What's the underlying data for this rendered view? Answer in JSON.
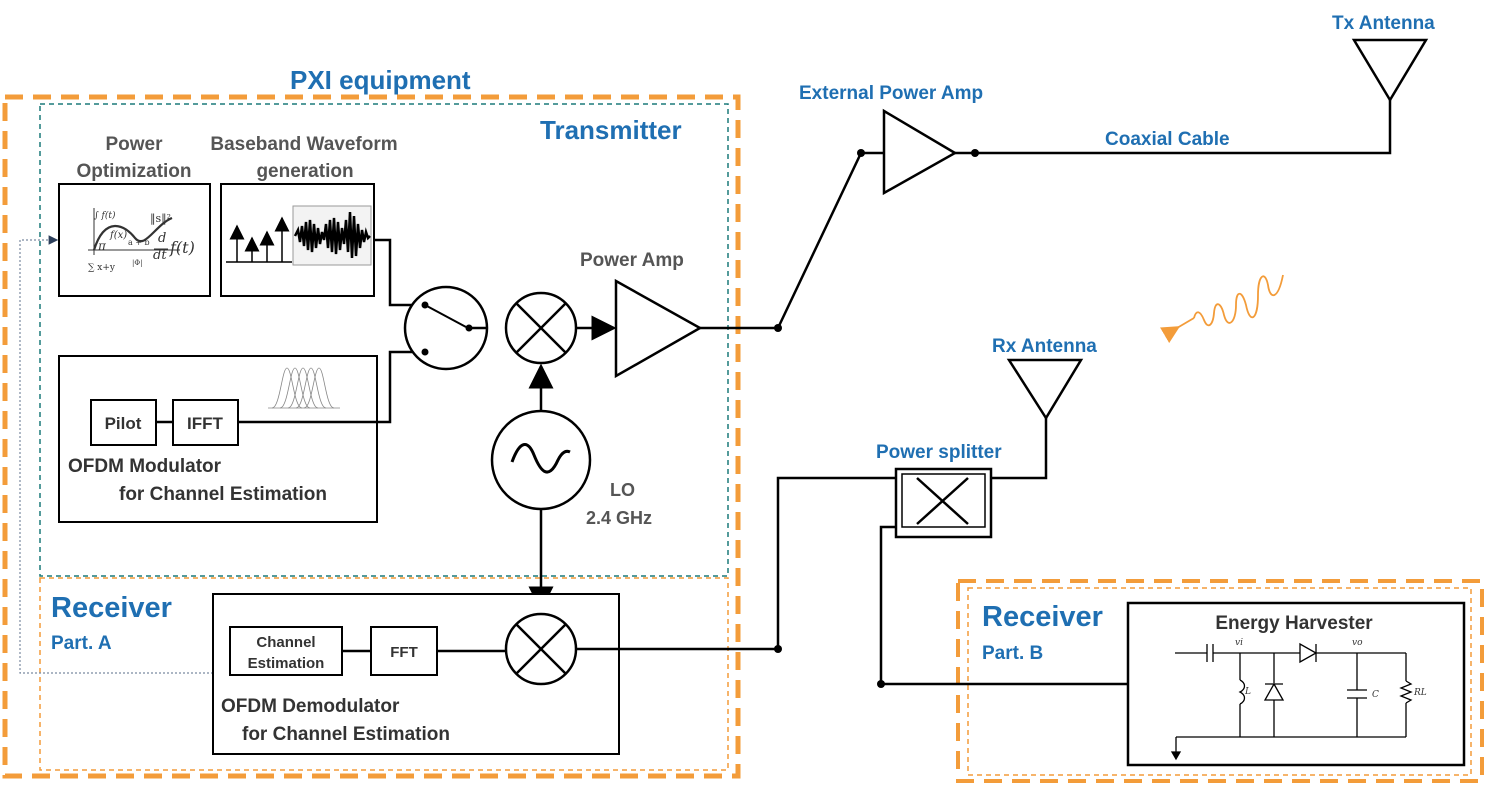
{
  "colors": {
    "accent_blue": "#1f6fb2",
    "orange": "#f39c3a",
    "teal": "#1b7a7a",
    "label_gray": "#555555"
  },
  "labels": {
    "pxi_equipment": "PXI equipment",
    "transmitter": "Transmitter",
    "receiver_a": "Receiver",
    "part_a": "Part. A",
    "receiver_b": "Receiver",
    "part_b": "Part. B",
    "power_optimization_1": "Power",
    "power_optimization_2": "Optimization",
    "baseband_1": "Baseband Waveform",
    "baseband_2": "generation",
    "power_amp": "Power Amp",
    "external_power_amp": "External Power Amp",
    "tx_antenna": "Tx Antenna",
    "coaxial_cable": "Coaxial Cable",
    "rx_antenna": "Rx Antenna",
    "power_splitter": "Power splitter",
    "pilot": "Pilot",
    "ifft": "IFFT",
    "ofdm_mod_1": "OFDM Modulator",
    "ofdm_mod_2": "for Channel Estimation",
    "lo_1": "LO",
    "lo_2": "2.4 GHz",
    "channel_est_1": "Channel",
    "channel_est_2": "Estimation",
    "fft": "FFT",
    "ofdm_demod_1": "OFDM Demodulator",
    "ofdm_demod_2": "for Channel Estimation",
    "energy_harvester": "Energy Harvester"
  },
  "formula": {
    "integral": "∫ f(t)",
    "fx": "f(x)",
    "norm": "‖s‖²",
    "pi": "π",
    "a_plus_b": "a + b",
    "d": "d",
    "dt": "dt",
    "ft": "f(t)",
    "phi": "|Φ|",
    "sum": "∑ x+y"
  },
  "circuit": {
    "vi": "vi",
    "vo": "vo",
    "L": "L",
    "C": "C",
    "RL": "RL"
  },
  "icons": [
    "sine-wave-icon",
    "mixer-icon",
    "amplifier-icon",
    "antenna-icon",
    "switch-icon",
    "splitter-icon",
    "diode-icon",
    "rf-wave-icon"
  ]
}
